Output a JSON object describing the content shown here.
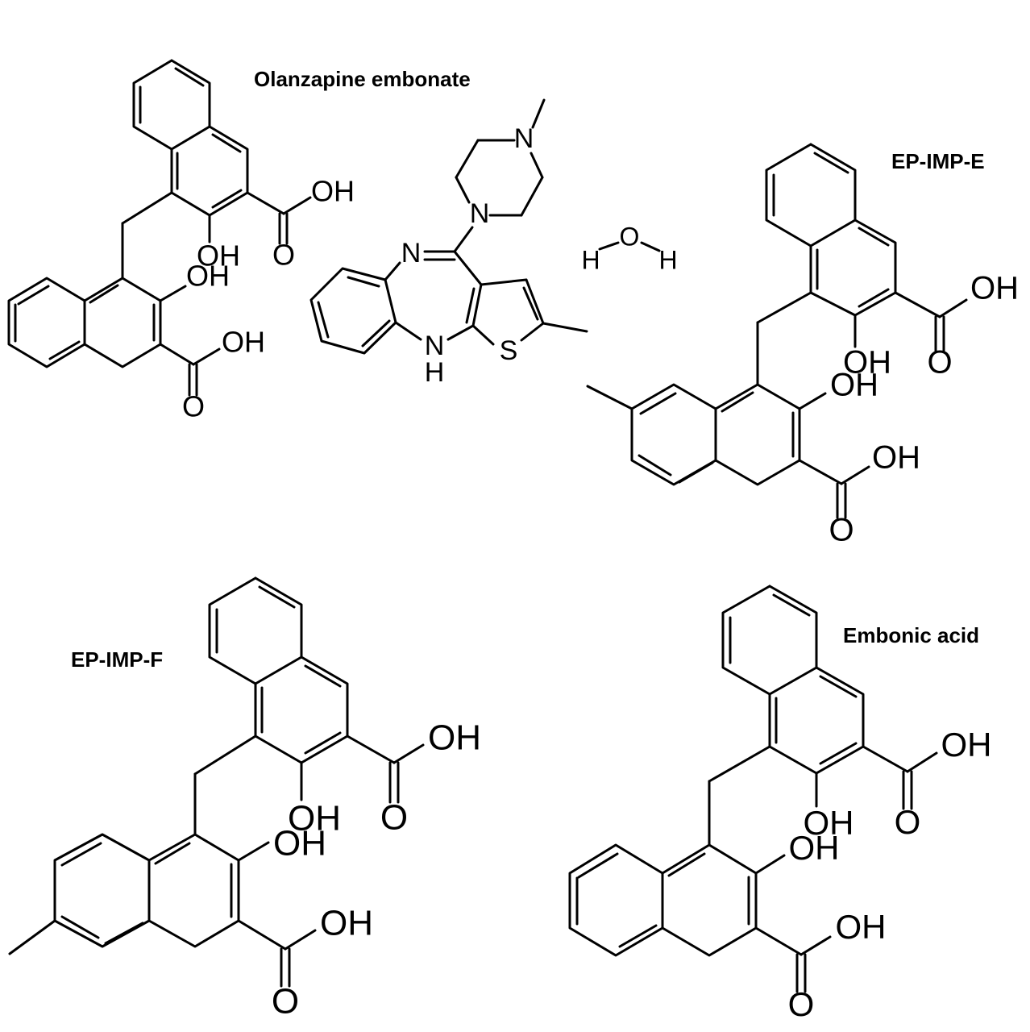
{
  "labels": {
    "olanzapine_embonate": "Olanzapine embonate",
    "ep_imp_e": "EP-IMP-E",
    "ep_imp_f": "EP-IMP-F",
    "embonic_acid": "Embonic acid"
  },
  "atoms": {
    "oh": "OH",
    "o": "O",
    "n": "N",
    "s": "S",
    "h": "H"
  }
}
